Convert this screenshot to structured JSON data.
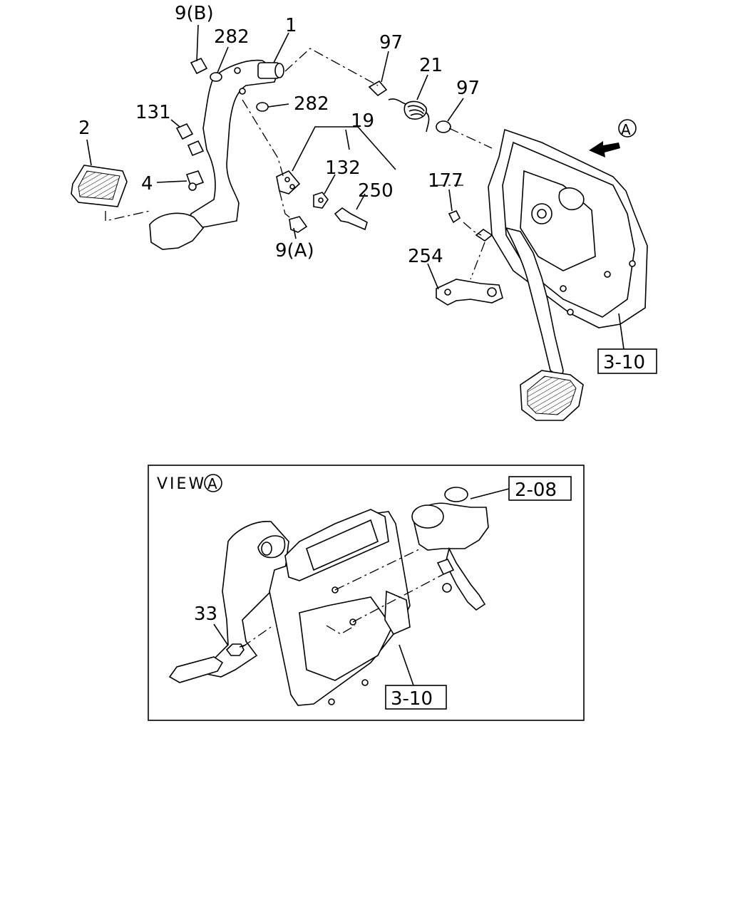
{
  "callouts": {
    "c9b": "9(B)",
    "c282a": "282",
    "c1": "1",
    "c97a": "97",
    "c21": "21",
    "c97b": "97",
    "cA": "A",
    "c131": "131",
    "c282b": "282",
    "c2": "2",
    "c19": "19",
    "c132": "132",
    "c4": "4",
    "c250": "250",
    "c177": "177",
    "c9a": "9(A)",
    "c254": "254"
  },
  "ref_boxes": {
    "r310a": "3-10",
    "r208": "2-08",
    "r310b": "3-10"
  },
  "view": {
    "label": "VIEW",
    "circle": "A",
    "c33": "33"
  }
}
